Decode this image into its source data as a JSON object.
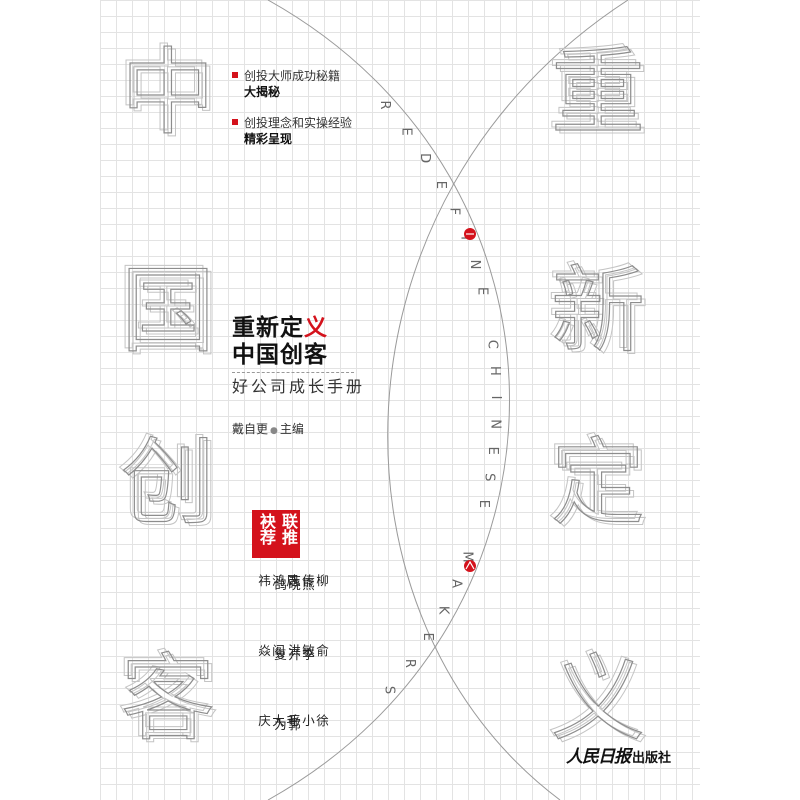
{
  "cover": {
    "left_chars": [
      "中",
      "国",
      "创",
      "客"
    ],
    "right_chars": [
      "重",
      "新",
      "定",
      "义"
    ],
    "vertical_english": "REDEFINE CHINESE MAKERS",
    "accent_color": "#d4121c",
    "arc_color": "#9a9a9a"
  },
  "bullets": [
    {
      "line1": "创投大师成功秘籍",
      "line2": "大揭秘"
    },
    {
      "line1": "创投理念和实操经验",
      "line2": "精彩呈现"
    }
  ],
  "title": {
    "line1_prefix": "重新定",
    "line1_accent": "义",
    "line2": "中国创客",
    "subtitle": "好公司成长手册"
  },
  "editor": {
    "name": "戴自更",
    "separator": "●",
    "role": "主编"
  },
  "badge": {
    "col1": "联推",
    "col2": "袂荐"
  },
  "recommenders": [
    [
      "柳传志",
      "熊晓鸽",
      "周鸿祎"
    ],
    [
      "俞敏洪",
      "李开复",
      "阎焱"
    ],
    [
      "徐小平",
      "郭为",
      "毛大庆"
    ]
  ],
  "publisher": {
    "logo": "人民日报",
    "suffix": "出版社"
  }
}
